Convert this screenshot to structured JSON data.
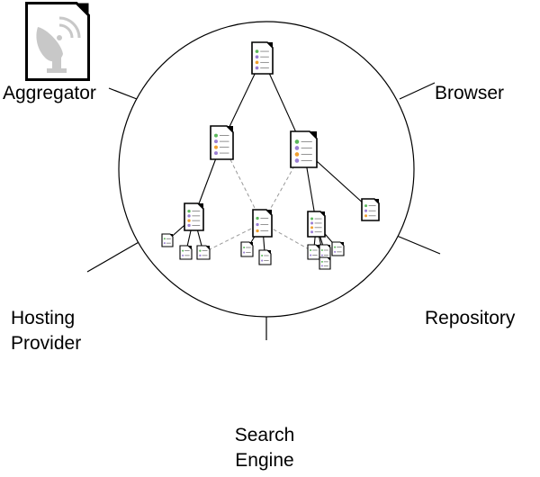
{
  "nodes": {
    "aggregator": {
      "label": "Aggregator",
      "icon": "satellite-dish-icon"
    },
    "browser": {
      "label": "Browser",
      "icon": "satellite-dish-icon"
    },
    "hosting_provider": {
      "label_line1": "Hosting",
      "label_line2": "Provider",
      "icon": "folder-icon"
    },
    "repository": {
      "label": "Repository",
      "icon": "folder-icon"
    },
    "search_engine": {
      "label_line1": "Search",
      "label_line2": "Engine",
      "icon": "magnifier-icon"
    }
  },
  "colors": {
    "stroke": "#000000",
    "icon_gray": "#c8c8c8",
    "dashed_edge": "#999999",
    "bullet_green": "#5cb85c",
    "bullet_purple": "#9b7fd4",
    "bullet_orange": "#f0a030"
  }
}
